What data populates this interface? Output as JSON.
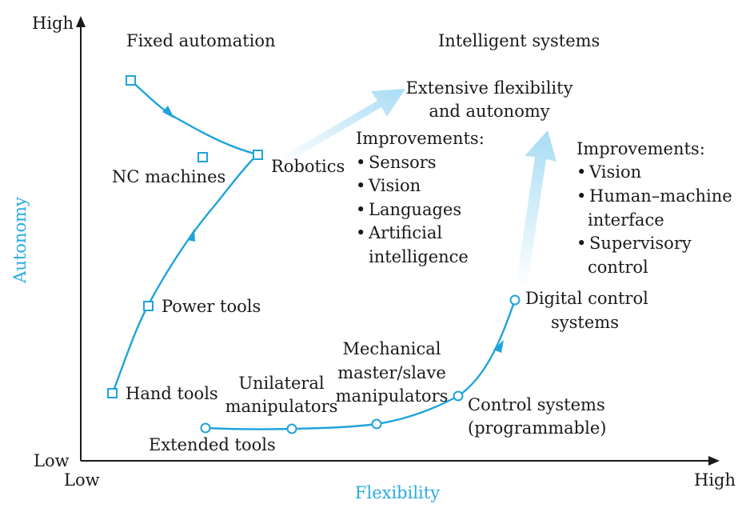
{
  "axes": {
    "y_label": "Autonomy",
    "x_label": "Flexibility",
    "y_high": "High",
    "y_low": "Low",
    "x_low": "Low",
    "x_high": "High"
  },
  "regions": {
    "fixed_automation": "Fixed automation",
    "intelligent_systems": "Intelligent systems",
    "goal_line1": "Extensive flexibility",
    "goal_line2": "and autonomy"
  },
  "nodes": {
    "nc_machines": "NC machines",
    "robotics": "Robotics",
    "power_tools": "Power tools",
    "hand_tools": "Hand tools",
    "extended_tools": "Extended tools",
    "unilateral_1": "Unilateral",
    "unilateral_2": "manipulators",
    "mech_1": "Mechanical",
    "mech_2": "master/slave",
    "mech_3": "manipulators",
    "control_1": "Control systems",
    "control_2": "(programmable)",
    "digital_1": "Digital control",
    "digital_2": "systems"
  },
  "improvements_left": {
    "heading": "Improvements:",
    "items": [
      "Sensors",
      "Vision",
      "Languages",
      "Artificial",
      "intelligence"
    ]
  },
  "improvements_right": {
    "heading": "Improvements:",
    "items": [
      "Vision",
      "Human–machine",
      "interface",
      "Supervisory",
      "control"
    ]
  },
  "bullet": "•",
  "colors": {
    "curve": "#1fa3dc",
    "axis_label": "#29abe2",
    "wide_arrow": "#a8dcf4"
  }
}
